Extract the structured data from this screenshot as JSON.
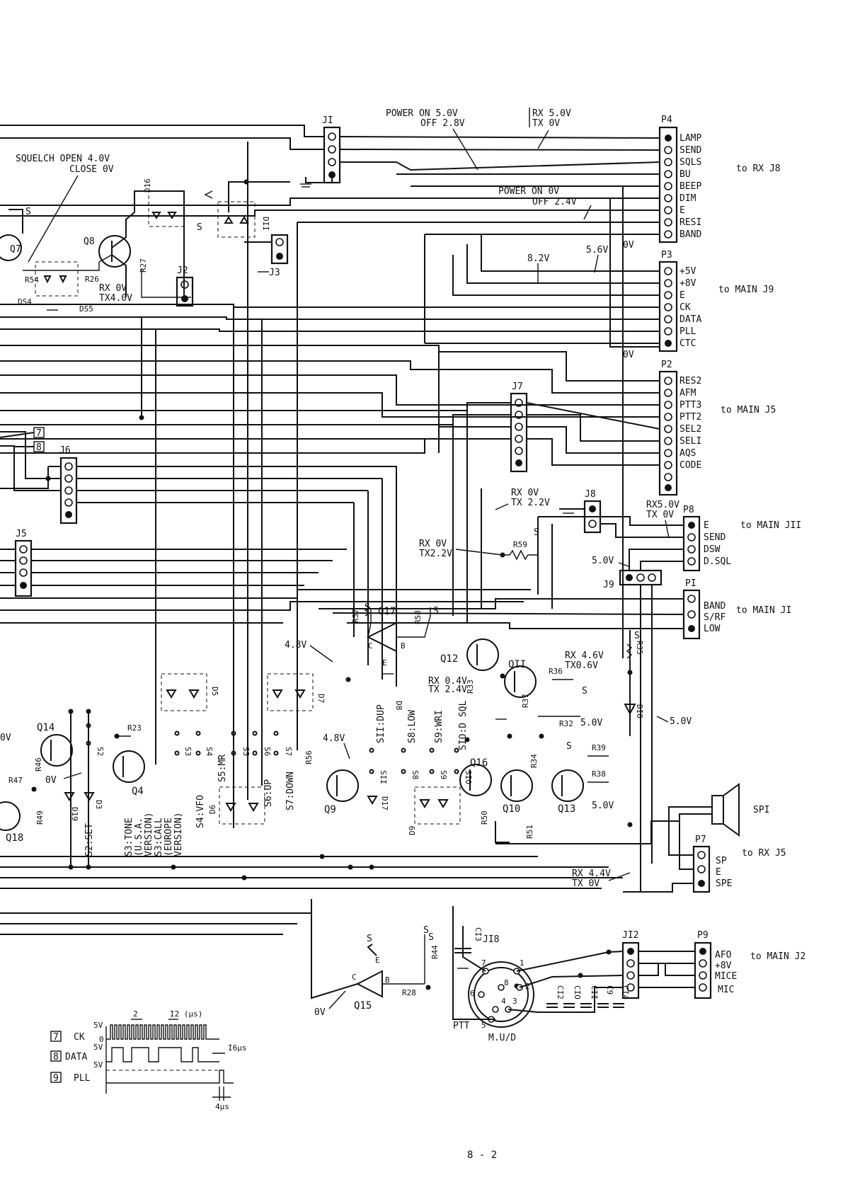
{
  "connectors": {
    "P4": {
      "label": "P4",
      "pins": [
        "LAMP",
        "SEND",
        "SQLS",
        "BU",
        "BEEP",
        "DIM",
        "E",
        "RESI",
        "BAND"
      ],
      "dest": "to RX J8"
    },
    "P3": {
      "label": "P3",
      "pins": [
        "+5V",
        "+8V",
        "E",
        "CK",
        "DATA",
        "PLL",
        "CTC"
      ],
      "dest": "to MAIN J9"
    },
    "P2": {
      "label": "P2",
      "pins": [
        "RES2",
        "AFM",
        "PTT3",
        "PTT2",
        "SEL2",
        "SELI",
        "AQS",
        "CODE"
      ],
      "dest": "to MAIN J5"
    },
    "P8": {
      "label": "P8",
      "pins": [
        "E",
        "SEND",
        "DSW",
        "D.SQL"
      ],
      "dest": "to MAIN JII"
    },
    "P1": {
      "label": "PI",
      "pins": [
        "BAND",
        "S/RF",
        "LOW"
      ],
      "dest": "to MAIN JI"
    },
    "P7": {
      "label": "P7",
      "pins": [
        "SP",
        "E",
        "SPE"
      ],
      "dest": "to RX J5"
    },
    "P9": {
      "label": "P9",
      "pins": [
        "AFO",
        "+8V",
        "MICE",
        "MIC"
      ],
      "dest": "to MAIN J2"
    },
    "J1": "JI",
    "J2": "J2",
    "J3": "J3",
    "J5": "J5",
    "J6": "J6",
    "J7": "J7",
    "J8": "J8",
    "J9": "J9",
    "J12": "JI2",
    "J18": "JI8"
  },
  "annotations": {
    "power_on": "POWER ON 5.0V",
    "power_off": "OFF 2.8V",
    "rx_tx_top_rx": "RX 5.0V",
    "rx_tx_top_tx": "TX 0V",
    "squelch_open": "SQUELCH OPEN 4.0V",
    "squelch_close": "CLOSE 0V",
    "power_on0": "POWER ON 0V",
    "power_off24": "OFF 2.4V",
    "v82": "8.2V",
    "v56": "5.6V",
    "ov1": "0V",
    "ov2": "0V",
    "rx0v_q8": "RX 0V",
    "tx40_q8": "TX4.0V",
    "rx0v_j8": "RX 0V",
    "tx22_j8": "TX 2.2V",
    "rx50_p8": "RX5.0V",
    "tx0_p8": "TX 0V",
    "rx0v_r59": "RX 0V",
    "tx22_r59": "TX2.2V",
    "v50_j9": "5.0V",
    "v48a": "4.8V",
    "v48b": "4.8V",
    "rx46": "RX 4.6V",
    "tx06": "TX0.6V",
    "rx04": "RX 0.4V",
    "tx24": "TX 2.4V",
    "v50_r32": "5.0V",
    "v50_d10": "5.0V",
    "v50_q13": "5.0V",
    "rx44": "RX 4.4V",
    "tx0_p7": "TX 0V",
    "ov_q4": "0V",
    "ov_q15": "0V",
    "ov_left": "0V",
    "sw_s3": "S3:TONE",
    "sw_s3b": "(U.S.A.",
    "sw_s3c": "VERSION)",
    "sw_s3d": "S3:CALL",
    "sw_s3e": "(EUROPE",
    "sw_s3f": "VERSION)",
    "sw_s4": "S4:VFO",
    "sw_s2": "S2:SET",
    "sw_s5": "S5:MR",
    "sw_s6": "S6:UP",
    "sw_s7": "S7:DOWN",
    "sw_s11": "SII:DUP",
    "sw_s8": "S8:LOW",
    "sw_s9": "S9:WRI",
    "sw_s10": "SIO:D SQL",
    "mud": "M.U/D",
    "ptt": "PTT",
    "sp1": "SPI",
    "page_number": "8 - 2"
  },
  "components": {
    "transistors": [
      "Q7",
      "Q8",
      "Q17",
      "Q12",
      "QII",
      "Q14",
      "Q4",
      "Q9",
      "Q16",
      "Q10",
      "Q13",
      "Q15",
      "Q18"
    ],
    "resistors": [
      "R54",
      "R26",
      "R27",
      "R57",
      "R58",
      "R33",
      "R36",
      "R37",
      "R32",
      "R35",
      "R56",
      "R23",
      "R46",
      "R47",
      "R49",
      "R34",
      "R39",
      "R38",
      "R50",
      "R51",
      "R59",
      "R44",
      "R28"
    ],
    "diodes": [
      "D16",
      "DII",
      "DS4",
      "DS5",
      "D5",
      "D7",
      "D8",
      "D6",
      "D9",
      "D17",
      "D19",
      "D3",
      "DIO"
    ],
    "capacitors": [
      "CI3",
      "CI2",
      "CIO",
      "CII",
      "C9",
      "CI4"
    ]
  },
  "timing": {
    "ck": "CK",
    "data": "DATA",
    "pll": "PLL",
    "n7": "7",
    "n8": "8",
    "n9": "9",
    "v5a": "5V",
    "v5b": "5V",
    "v5c": "5V",
    "zero": "0",
    "t2": "2",
    "t12": "I2 (μs)",
    "t16": "I6μs",
    "t4": "4μs"
  }
}
